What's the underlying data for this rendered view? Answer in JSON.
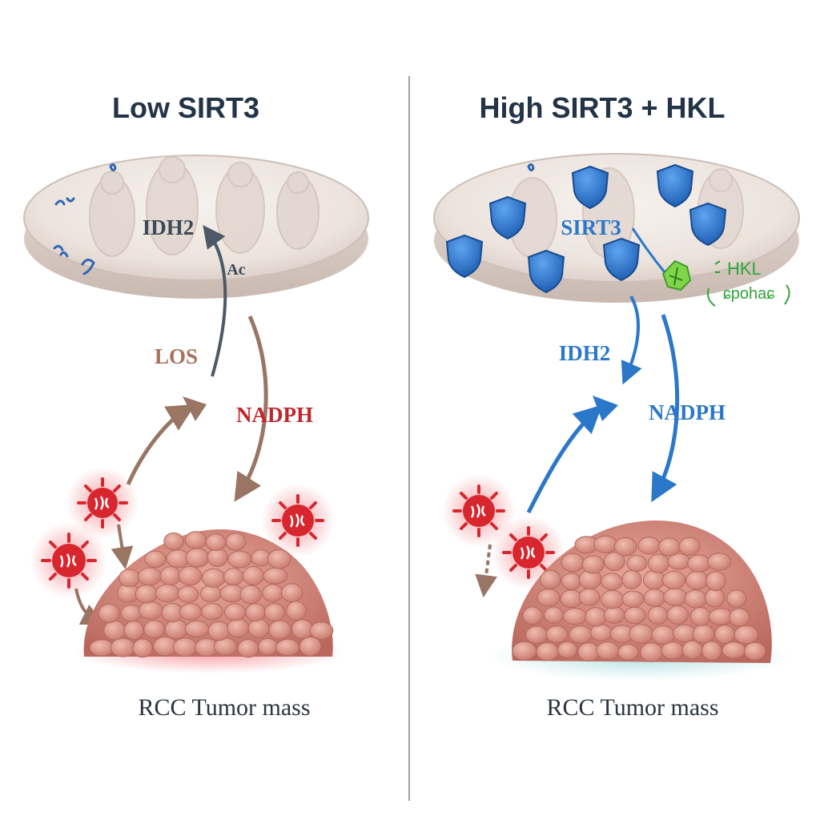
{
  "left_panel": {
    "title": "Low SIRT3",
    "mito_label": "IDH2",
    "mito_small_text": "Ac",
    "label_ros": "LOS",
    "label_nadph": "NADPH",
    "caption": "RCC Tumor mass",
    "colors": {
      "title": "#233447",
      "ros": "#a8725c",
      "nadph": "#c0262d",
      "arrow": "#a07a66",
      "ros_cell": "#d8262e"
    }
  },
  "right_panel": {
    "title": "High SIRT3 + HKL",
    "mito_label": "SIRT3",
    "hkl_label": "HKL",
    "hkl_sub_label": "ɕpohaɕ",
    "label_idh2": "IDH2",
    "label_nadph": "NADPH",
    "caption": "RCC Tumor mass",
    "colors": {
      "title": "#233447",
      "arrow": "#2b78c8",
      "shield": "#2a6fc4",
      "hkl": "#2fa63b",
      "ros_cell": "#d8262e"
    }
  }
}
